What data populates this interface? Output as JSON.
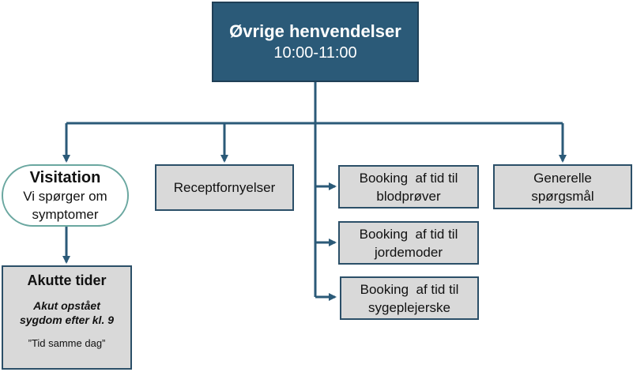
{
  "top": {
    "title": "Øvrige henvendelser",
    "time": "10:00-11:00"
  },
  "visitation": {
    "title": "Visitation",
    "line1": "Vi spørger om",
    "line2": "symptomer"
  },
  "akutte": {
    "title": "Akutte tider",
    "sub1": "Akut opstået",
    "sub2": "sygdom efter kl. 9",
    "note": "”Tid samme dag”"
  },
  "recept": {
    "label": "Receptfornyelser"
  },
  "booking_blod": {
    "line1": "Booking  af tid til",
    "line2": "blodprøver"
  },
  "booking_jorde": {
    "line1": "Booking  af tid til",
    "line2": "jordemoder"
  },
  "booking_syge": {
    "line1": "Booking  af tid til",
    "line2": "sygeplejerske"
  },
  "generelle": {
    "line1": "Generelle",
    "line2": "spørgsmål"
  },
  "colors": {
    "header_fill": "#2b5a78",
    "connector": "#2b5a78",
    "box_fill": "#d9d9d9",
    "pill_border": "#6aa7a0"
  }
}
